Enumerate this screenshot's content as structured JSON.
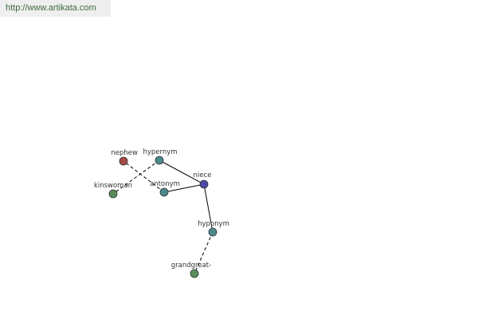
{
  "watermark": {
    "text": "http://www.artikata.com"
  },
  "graph": {
    "nodes": [
      {
        "id": "nephew",
        "label": "nephew",
        "color": "#a84a44"
      },
      {
        "id": "hypernym",
        "label": "hypernym",
        "color": "#4a8a8a"
      },
      {
        "id": "kinswoman",
        "label": "kinswoman",
        "color": "#5a8c5a"
      },
      {
        "id": "antonym",
        "label": "antonym",
        "color": "#4a8a8a"
      },
      {
        "id": "niece",
        "label": "niece",
        "color": "#4a4aa8"
      },
      {
        "id": "hyponym",
        "label": "hyponym",
        "color": "#4a8a8a"
      },
      {
        "id": "grandgreat",
        "label": "grandgreat-",
        "color": "#5a8c5a"
      }
    ],
    "edges": [
      {
        "from": "hypernym",
        "to": "niece",
        "style": "solid"
      },
      {
        "from": "antonym",
        "to": "niece",
        "style": "solid"
      },
      {
        "from": "niece",
        "to": "hyponym",
        "style": "solid"
      },
      {
        "from": "hypernym",
        "to": "kinswoman",
        "style": "dashed"
      },
      {
        "from": "antonym",
        "to": "nephew",
        "style": "dashed"
      },
      {
        "from": "hyponym",
        "to": "grandgreat",
        "style": "dashed"
      }
    ]
  }
}
